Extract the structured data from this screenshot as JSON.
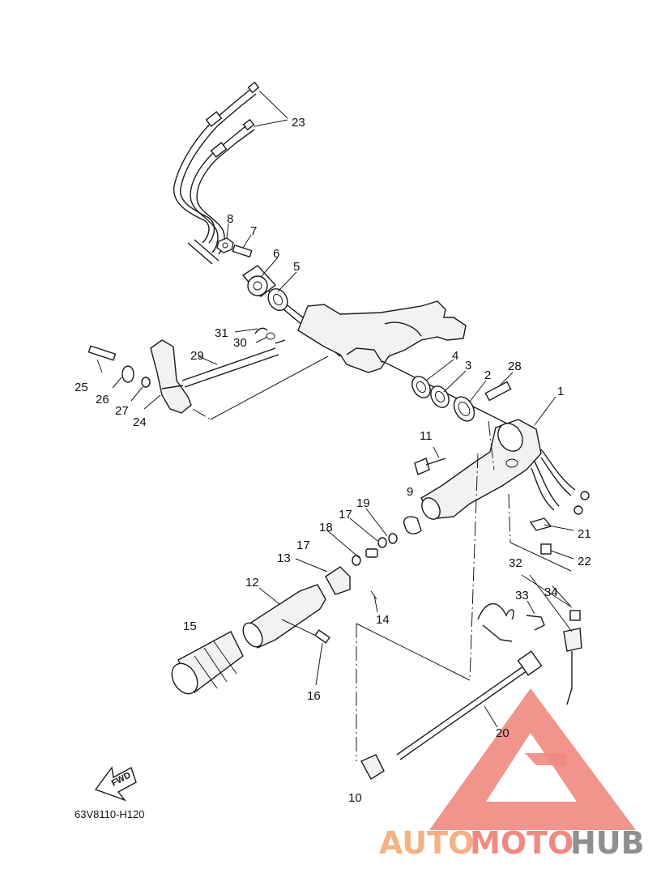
{
  "diagram_code": "63V8110-H120",
  "fwd_label": "FWD",
  "watermark": {
    "part1": "AUTO",
    "part2": "MOTO",
    "part3": "HUB"
  },
  "callouts": {
    "c1": "1",
    "c2": "2",
    "c3": "3",
    "c4": "4",
    "c5": "5",
    "c6": "6",
    "c7": "7",
    "c8": "8",
    "c9": "9",
    "c10": "10",
    "c11": "11",
    "c12": "12",
    "c13": "13",
    "c14": "14",
    "c15": "15",
    "c16": "16",
    "c17a": "17",
    "c17b": "17",
    "c18": "18",
    "c19": "19",
    "c20": "20",
    "c21": "21",
    "c22": "22",
    "c23": "23",
    "c24": "24",
    "c25": "25",
    "c26": "26",
    "c27": "27",
    "c28": "28",
    "c29": "29",
    "c30": "30",
    "c31": "31",
    "c32": "32",
    "c33": "33",
    "c34": "34"
  },
  "colors": {
    "line": "#1a1a1a",
    "watermark_red": "#f08a80",
    "watermark_orange": "#f4b183",
    "watermark_gray": "#8f8f8f"
  }
}
